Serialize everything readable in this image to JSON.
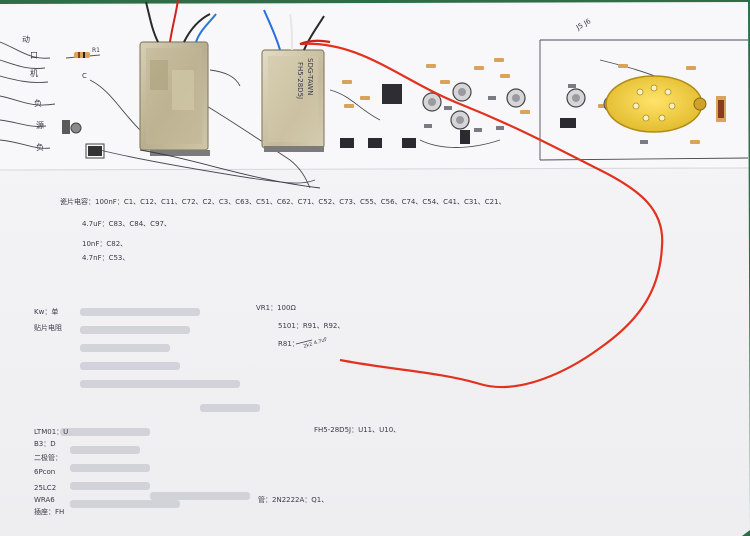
{
  "photo": {
    "subject": "",
    "colors": {
      "background_green": "#2f6d48",
      "paper": "#f3f3f5",
      "trace_ink": "#4a4a55",
      "relay_metal": "#c9c0a3",
      "red_wire": "#e2321f",
      "transformer_yellow": "#f2d33a"
    }
  },
  "labels": {
    "cap_list_1": "瓷片电容：100nF：C1、C12、C11、C72、C2、C3、C63、C51、C62、C71、C52、C73、C55、C56、C74、C54、C41、C31、C21、",
    "cap_list_2": "4.7uF：C83、C84、C97、",
    "cap_list_3": "10nF：C82、",
    "cap_list_4": "4.7nF：C53、",
    "left_a": "Kw：单",
    "left_b": "贴片电阻",
    "vr_label": "VR1：100Ω",
    "res_label": "5101：R91、R92、",
    "r81_label": "R81：",
    "r81_note": "2k2 4.7uF",
    "relay_label": "FH5-28D5J：U11、U10、",
    "lm_label": "LTM01：U",
    "b3_label": "B3：D",
    "diode_label": "二极管：",
    "pcb_label": "6Pcon",
    "c25_label": "25LC2",
    "wr_label": "WRA6",
    "socket_label": "插座：FH",
    "trans_label": "管：2N2222A：Q1、",
    "relay_text_1": "",
    "relay_text_2": "SDG-TAWN",
    "relay_text_3": "FH5-28D5J",
    "top_note": "J5 J6"
  }
}
